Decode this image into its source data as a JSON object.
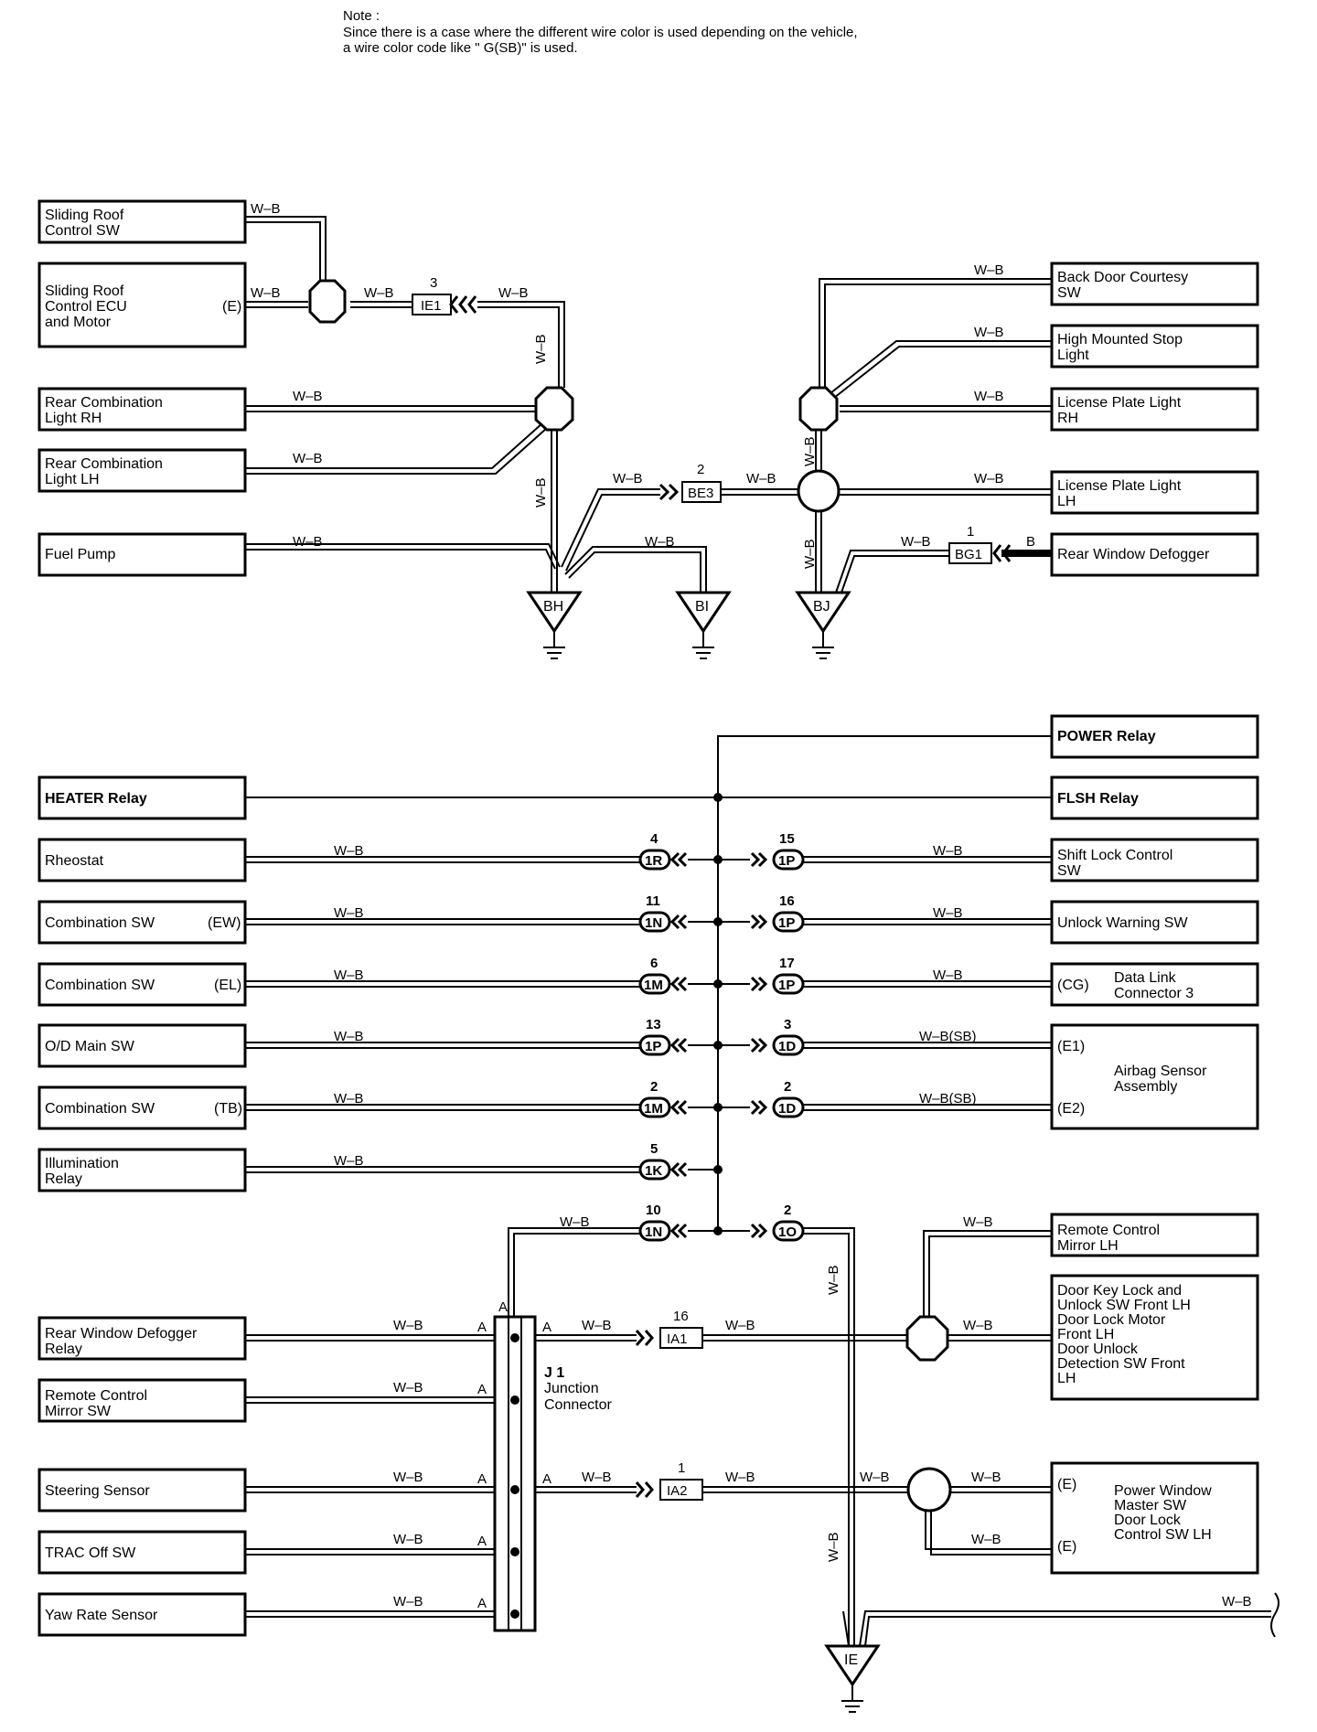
{
  "note": {
    "title": "Note :",
    "line1": "Since there is a case where the different wire color is used depending on the vehicle,",
    "line2": "a wire color code like \" G(SB)\"  is used."
  },
  "components_left_top": [
    {
      "l1": "Sliding Roof",
      "l2": "Control SW",
      "l3": "",
      "tag": ""
    },
    {
      "l1": "Sliding Roof",
      "l2": "Control ECU",
      "l3": "and Motor",
      "tag": "(E)"
    },
    {
      "l1": "Rear Combination",
      "l2": "Light RH",
      "l3": "",
      "tag": ""
    },
    {
      "l1": "Rear Combination",
      "l2": "Light LH",
      "l3": "",
      "tag": ""
    },
    {
      "l1": "Fuel Pump",
      "l2": "",
      "l3": "",
      "tag": ""
    }
  ],
  "components_right_top": [
    {
      "l1": "Back Door Courtesy",
      "l2": "SW"
    },
    {
      "l1": "High Mounted Stop",
      "l2": "Light"
    },
    {
      "l1": "License Plate Light",
      "l2": "RH"
    },
    {
      "l1": "License Plate Light",
      "l2": "LH"
    },
    {
      "l1": "Rear Window Defogger",
      "l2": ""
    }
  ],
  "connectors_top": [
    {
      "code": "IE1",
      "pin": "3"
    },
    {
      "code": "BE3",
      "pin": "2"
    },
    {
      "code": "BG1",
      "pin": "1"
    }
  ],
  "grounds_top": [
    "BH",
    "BI",
    "BJ"
  ],
  "wire_colors": {
    "wb": "W–B",
    "wbsb": "W–B(SB)",
    "b": "B"
  },
  "relays": {
    "power": "POWER Relay",
    "heater": "HEATER Relay",
    "flsh": "FLSH Relay"
  },
  "components_left_mid": [
    {
      "l1": "Rheostat",
      "l2": "",
      "tag": "",
      "pin": "4",
      "code": "1R"
    },
    {
      "l1": "Combination SW",
      "l2": "",
      "tag": "(EW)",
      "pin": "11",
      "code": "1N"
    },
    {
      "l1": "Combination SW",
      "l2": "",
      "tag": "(EL)",
      "pin": "6",
      "code": "1M"
    },
    {
      "l1": "O/D Main SW",
      "l2": "",
      "tag": "",
      "pin": "13",
      "code": "1P"
    },
    {
      "l1": "Combination SW",
      "l2": "",
      "tag": "(TB)",
      "pin": "2",
      "code": "1M"
    },
    {
      "l1": "Illumination",
      "l2": "Relay",
      "tag": "",
      "pin": "5",
      "code": "1K"
    }
  ],
  "components_right_mid": [
    {
      "l1": "Shift Lock Control",
      "l2": "SW",
      "pin": "15",
      "code": "1P"
    },
    {
      "l1": "Unlock Warning SW",
      "l2": "",
      "pin": "16",
      "code": "1P"
    },
    {
      "l1": "Data Link",
      "l2": "Connector 3",
      "tag": "(CG)",
      "pin": "17",
      "code": "1P"
    }
  ],
  "airbag": {
    "l1": "Airbag Sensor",
    "l2": "Assembly",
    "tag1": "(E1)",
    "tag2": "(E2)",
    "pin1": "3",
    "code1": "1D",
    "pin2": "2",
    "code2": "1D"
  },
  "junction_to_j1": {
    "pin": "10",
    "code": "1N"
  },
  "junction_to_ie": {
    "pin": "2",
    "code": "1O"
  },
  "components_left_bottom": [
    {
      "l1": "Rear Window Defogger",
      "l2": "Relay"
    },
    {
      "l1": "Remote Control",
      "l2": "Mirror SW"
    },
    {
      "l1": "Steering Sensor",
      "l2": ""
    },
    {
      "l1": "TRAC Off SW",
      "l2": ""
    },
    {
      "l1": "Yaw Rate Sensor",
      "l2": ""
    }
  ],
  "j1": {
    "name": "J 1",
    "l1": "Junction",
    "l2": "Connector",
    "pin_letter": "A"
  },
  "connectors_bottom": [
    {
      "code": "IA1",
      "pin": "16"
    },
    {
      "code": "IA2",
      "pin": "1"
    }
  ],
  "components_right_bottom": {
    "mirror_lh": {
      "l1": "Remote Control",
      "l2": "Mirror LH"
    },
    "door_lock": {
      "l1": "Door Key Lock and",
      "l2": "Unlock SW Front LH",
      "l3": "Door Lock Motor",
      "l4": "Front LH",
      "l5": "Door Unlock",
      "l6": "Detection SW Front",
      "l7": "LH"
    },
    "power_window": {
      "l1": "Power Window",
      "l2": "Master SW",
      "l3": "Door Lock",
      "l4": "Control SW LH",
      "tag": "(E)"
    }
  },
  "ground_bottom": "IE"
}
